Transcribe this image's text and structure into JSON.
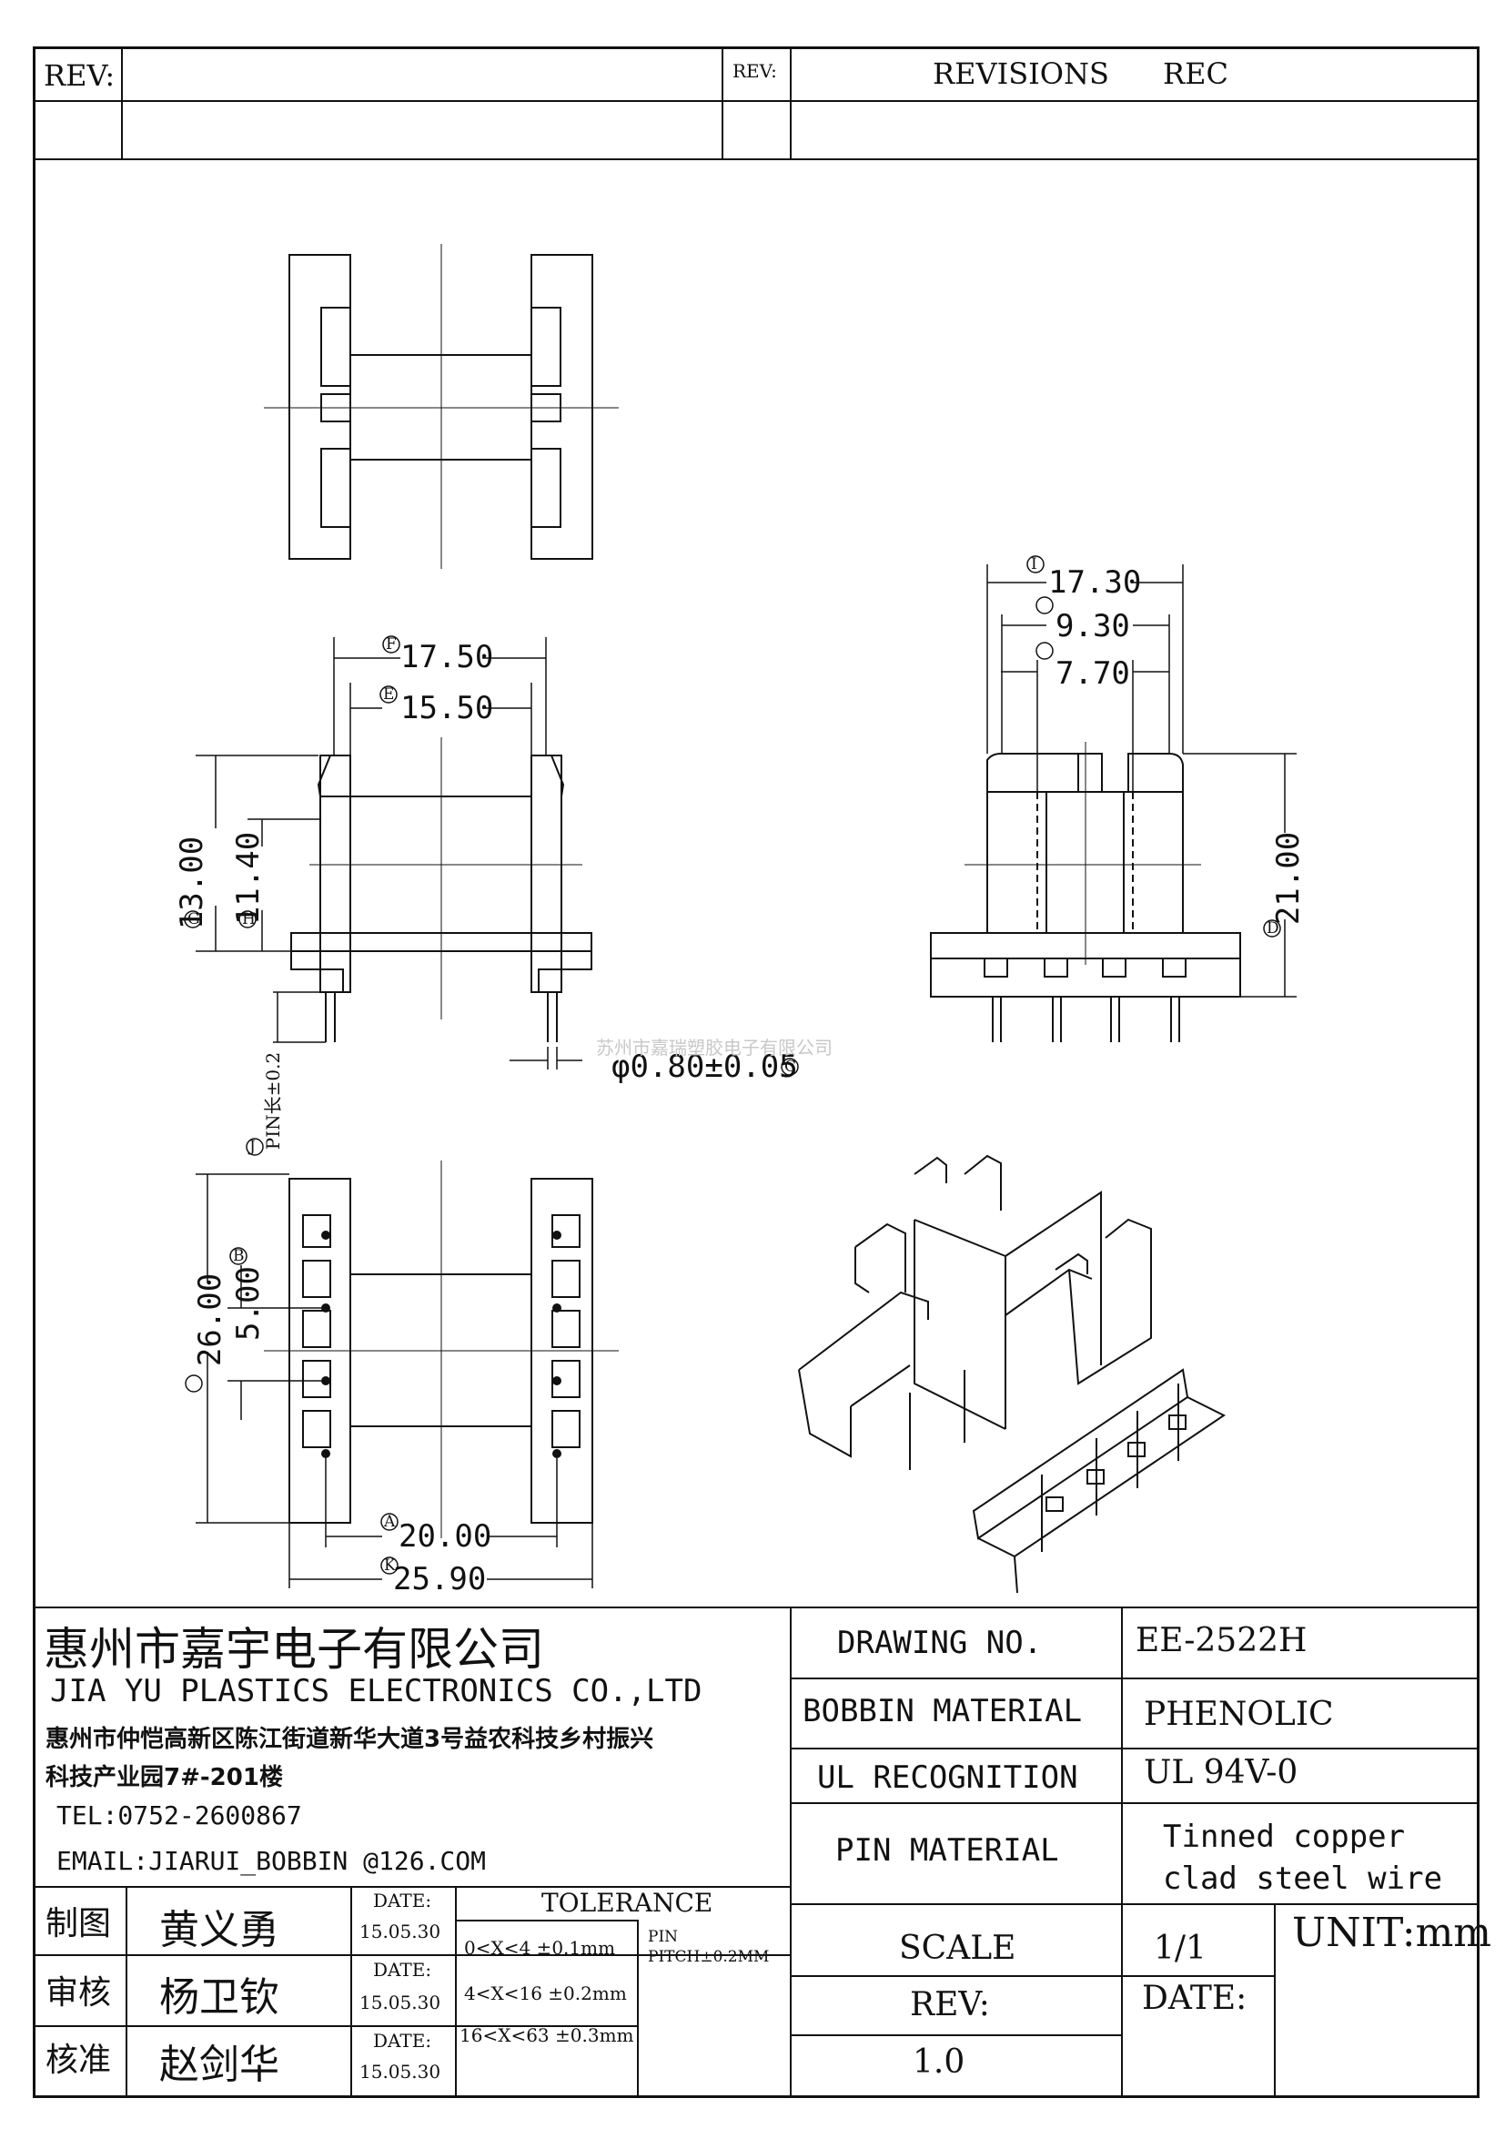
{
  "header": {
    "rev_label_left": "REV:",
    "rev_label_right": "REV:",
    "revisions_label": "REVISIONS",
    "rec_label": "REC"
  },
  "dimensions": {
    "d_17_50": "17.50",
    "d_15_50": "15.50",
    "d_13_00": "13.00",
    "d_11_40": "11.40",
    "d_pin": "PIN长±0.2",
    "d_dia": "φ0.80±0.05",
    "d_17_30": "17.30",
    "d_9_30": "9.30",
    "d_7_70": "7.70",
    "d_21_00": "21.00",
    "d_26_00": "26.00",
    "d_5_00": "5.00",
    "d_20_00": "20.00",
    "d_25_90": "25.90"
  },
  "markers": {
    "F": "F",
    "E": "E",
    "G": "G",
    "H": "H",
    "J": "J",
    "C": "C",
    "I": "I",
    "D": "D",
    "B": "B",
    "A": "A",
    "K": "K"
  },
  "watermark": "苏州市嘉瑞塑胶电子有限公司",
  "title_block": {
    "company_cn": "惠州市嘉宇电子有限公司",
    "company_en": "JIA YU PLASTICS ELECTRONICS CO.,LTD",
    "address_line1": "惠州市仲恺高新区陈江街道新华大道3号益农科技乡村振兴",
    "address_line2": "科技产业园7#-201楼",
    "tel": "TEL:0752-2600867",
    "email": "EMAIL:JIARUI_BOBBIN @126.COM",
    "drawing_no_label": "DRAWING  NO.",
    "drawing_no_value": "EE-2522H",
    "bobbin_material_label": "BOBBIN  MATERIAL",
    "bobbin_material_value": "PHENOLIC",
    "ul_label": "UL RECOGNITION",
    "ul_value": "UL 94V-0",
    "pin_material_label": "PIN MATERIAL",
    "pin_material_value_1": "Tinned copper",
    "pin_material_value_2": "clad steel wire",
    "scale_label": "SCALE",
    "scale_value": "1/1",
    "unit": "UNIT:mm",
    "rev_label": "REV:",
    "rev_value": "1.0",
    "date_label": "DATE:",
    "tolerance_label": "TOLERANCE",
    "tolerance_rows": [
      "0<X<4  ±0.1mm",
      "4<X<16 ±0.2mm",
      "16<X<63 ±0.3mm"
    ],
    "pin_tol_1": "PIN",
    "pin_tol_2": "PITCH±0.2MM",
    "roles": [
      {
        "role": "制图",
        "name": "黄义勇",
        "date_label": "DATE:",
        "date": "15.05.30"
      },
      {
        "role": "审核",
        "name": "杨卫钦",
        "date_label": "DATE:",
        "date": "15.05.30"
      },
      {
        "role": "核准",
        "name": "赵剑华",
        "date_label": "DATE:",
        "date": "15.05.30"
      }
    ]
  }
}
